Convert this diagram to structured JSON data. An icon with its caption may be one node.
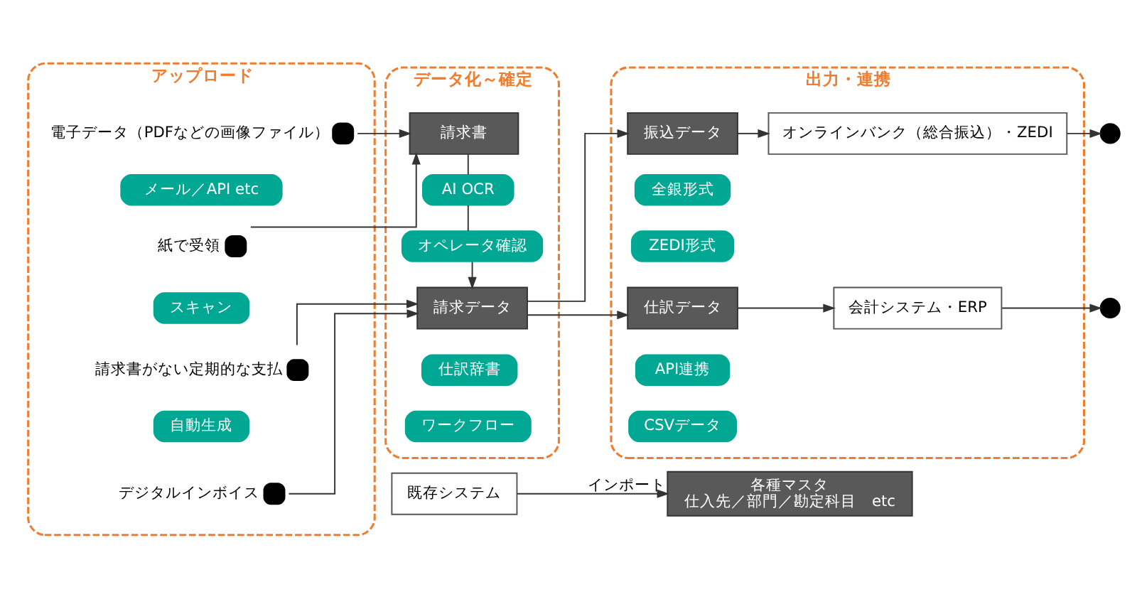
{
  "diagram": {
    "nodes": [
      {
        "text": [
          "アップロード"
        ]
      },
      {
        "text": [
          "電子データ（PDFなどの画像ファイル）"
        ],
        "in": 0
      },
      {
        "text": [
          "メール／API etc"
        ],
        "in": 0
      },
      {
        "text": [
          "紙で受領"
        ],
        "in": 0
      },
      {
        "text": [
          "スキャン"
        ],
        "in": 0
      },
      {
        "text": [
          "請求書がない定期的な支払"
        ],
        "in": 0
      },
      {
        "text": [
          "自動生成"
        ],
        "in": 0
      },
      {
        "text": [
          "デジタルインボイス"
        ],
        "in": 0
      },
      {
        "text": [
          "データ化～確定"
        ]
      },
      {
        "text": [
          "請求書"
        ],
        "in": 8
      },
      {
        "text": [
          "AI OCR"
        ],
        "in": 8
      },
      {
        "text": [
          "オペレータ確認"
        ],
        "in": 8
      },
      {
        "text": [
          "請求データ"
        ],
        "in": 8
      },
      {
        "text": [
          "仕訳辞書"
        ],
        "in": 8
      },
      {
        "text": [
          "ワークフロー"
        ],
        "in": 8
      },
      {
        "text": [
          "出力・連携"
        ]
      },
      {
        "text": [
          "振込データ"
        ],
        "in": 15
      },
      {
        "text": [
          "オンラインバンク（総合振込）・ZEDI"
        ],
        "in": 15
      },
      {
        "text": [
          "全銀形式"
        ],
        "in": 15
      },
      {
        "text": [
          "ZEDI形式"
        ],
        "in": 15
      },
      {
        "text": [
          "仕訳データ"
        ],
        "in": 15
      },
      {
        "text": [
          "会計システム・ERP"
        ],
        "in": 15
      },
      {
        "text": [
          "API連携"
        ],
        "in": 15
      },
      {
        "text": [
          "CSVデータ"
        ],
        "in": 15
      },
      {
        "text": [],
        "shape": "circle"
      },
      {
        "text": [],
        "shape": "circle"
      },
      {
        "text": [
          "既存システム"
        ]
      },
      {
        "text": [
          "各種マスタ",
          "仕入先／部門／勘定科目　etc"
        ]
      }
    ],
    "edges": [
      {
        "from": 1,
        "to": 9,
        "arrow": "to"
      },
      {
        "from": 3,
        "to": 9,
        "arrow": "to"
      },
      {
        "from": 5,
        "to": 12,
        "arrow": "to"
      },
      {
        "from": 7,
        "to": 12,
        "arrow": "to"
      },
      {
        "from": 9,
        "to": 10,
        "arrow": "none"
      },
      {
        "from": 10,
        "to": 11,
        "arrow": "none"
      },
      {
        "from": 11,
        "to": 12,
        "arrow": "to"
      },
      {
        "from": 12,
        "to": 16,
        "arrow": "to"
      },
      {
        "from": 12,
        "to": 20,
        "arrow": "to"
      },
      {
        "from": 16,
        "to": 17,
        "arrow": "to"
      },
      {
        "from": 20,
        "to": 21,
        "arrow": "to"
      },
      {
        "from": 17,
        "to": 24,
        "arrow": "to"
      },
      {
        "from": 21,
        "to": 25,
        "arrow": "to"
      },
      {
        "from": 26,
        "to": 27,
        "label": "インポート",
        "arrow": "to"
      }
    ]
  }
}
